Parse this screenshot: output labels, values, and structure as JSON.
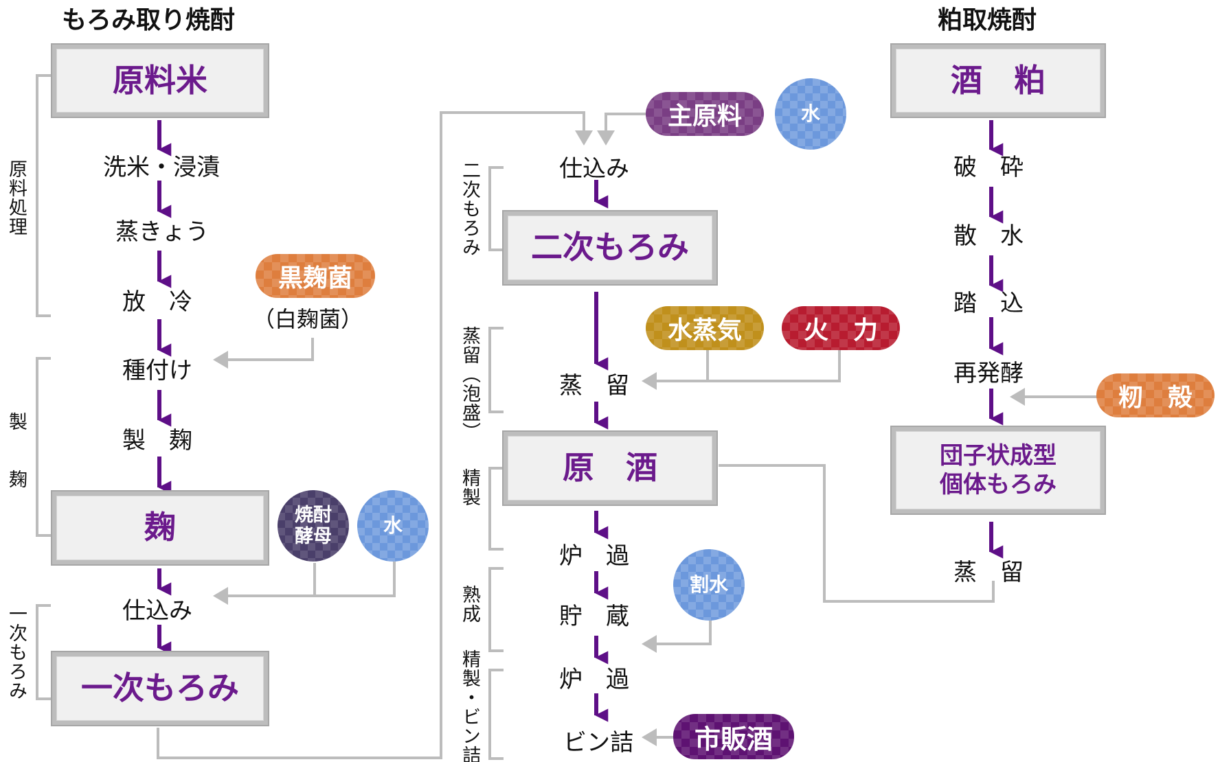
{
  "colors": {
    "arrow": "#5e0f87",
    "connector": "#bcbcbc",
    "box_text": "#6b1a8c",
    "purple_pill": "#7a3e84",
    "orange_pill": "#de7e3e",
    "gold_pill": "#c0901c",
    "red_pill": "#b81c30",
    "dark_pill": "#5e1272",
    "blue_circle": "#6c98dc",
    "navy_circle": "#4a3f6a"
  },
  "headers": {
    "left": "もろみ取り焼酎",
    "right": "粕取焼酎"
  },
  "left_flow": {
    "boxes": {
      "rice": "原料米",
      "koji": "麹",
      "moromi1": "一次もろみ"
    },
    "steps": {
      "wash": "洗米・浸漬",
      "steam": "蒸きょう",
      "cool": "放　冷",
      "seed": "種付け",
      "make_koji": "製　麹",
      "shikomi": "仕込み"
    },
    "side_labels": {
      "raw_processing": "原料処理",
      "koji_making": "製　　麹",
      "first_moromi": "一次もろみ"
    },
    "inputs": {
      "black_koji": "黒麹菌",
      "white_koji": "（白麹菌）",
      "yeast": "焼酎酵母",
      "water": "水"
    }
  },
  "center_flow": {
    "boxes": {
      "moromi2": "二次もろみ",
      "genshu": "原　酒"
    },
    "steps": {
      "shikomi": "仕込み",
      "distill": "蒸　留",
      "filter1": "炉　過",
      "storage": "貯　蔵",
      "filter2": "炉　過",
      "bottling": "ビン詰"
    },
    "side_labels": {
      "second_moromi": "二次もろみ",
      "distillation": "蒸留（泡盛）",
      "refining": "精製",
      "aging": "熟成",
      "refine_bottle": "精製・ビン詰"
    },
    "inputs": {
      "main_ingredient": "主原料",
      "water": "水",
      "steam": "水蒸気",
      "fire": "火　力",
      "dilution": "割水",
      "retail": "市販酒"
    }
  },
  "right_flow": {
    "boxes": {
      "lees": "酒　粕",
      "dango": "団子状成型\n個体もろみ"
    },
    "steps": {
      "crush": "破　砕",
      "sprinkle": "散　水",
      "tread": "踏　込",
      "refermentation": "再発酵",
      "distill": "蒸　留"
    },
    "inputs": {
      "husk": "籾　殻"
    }
  }
}
